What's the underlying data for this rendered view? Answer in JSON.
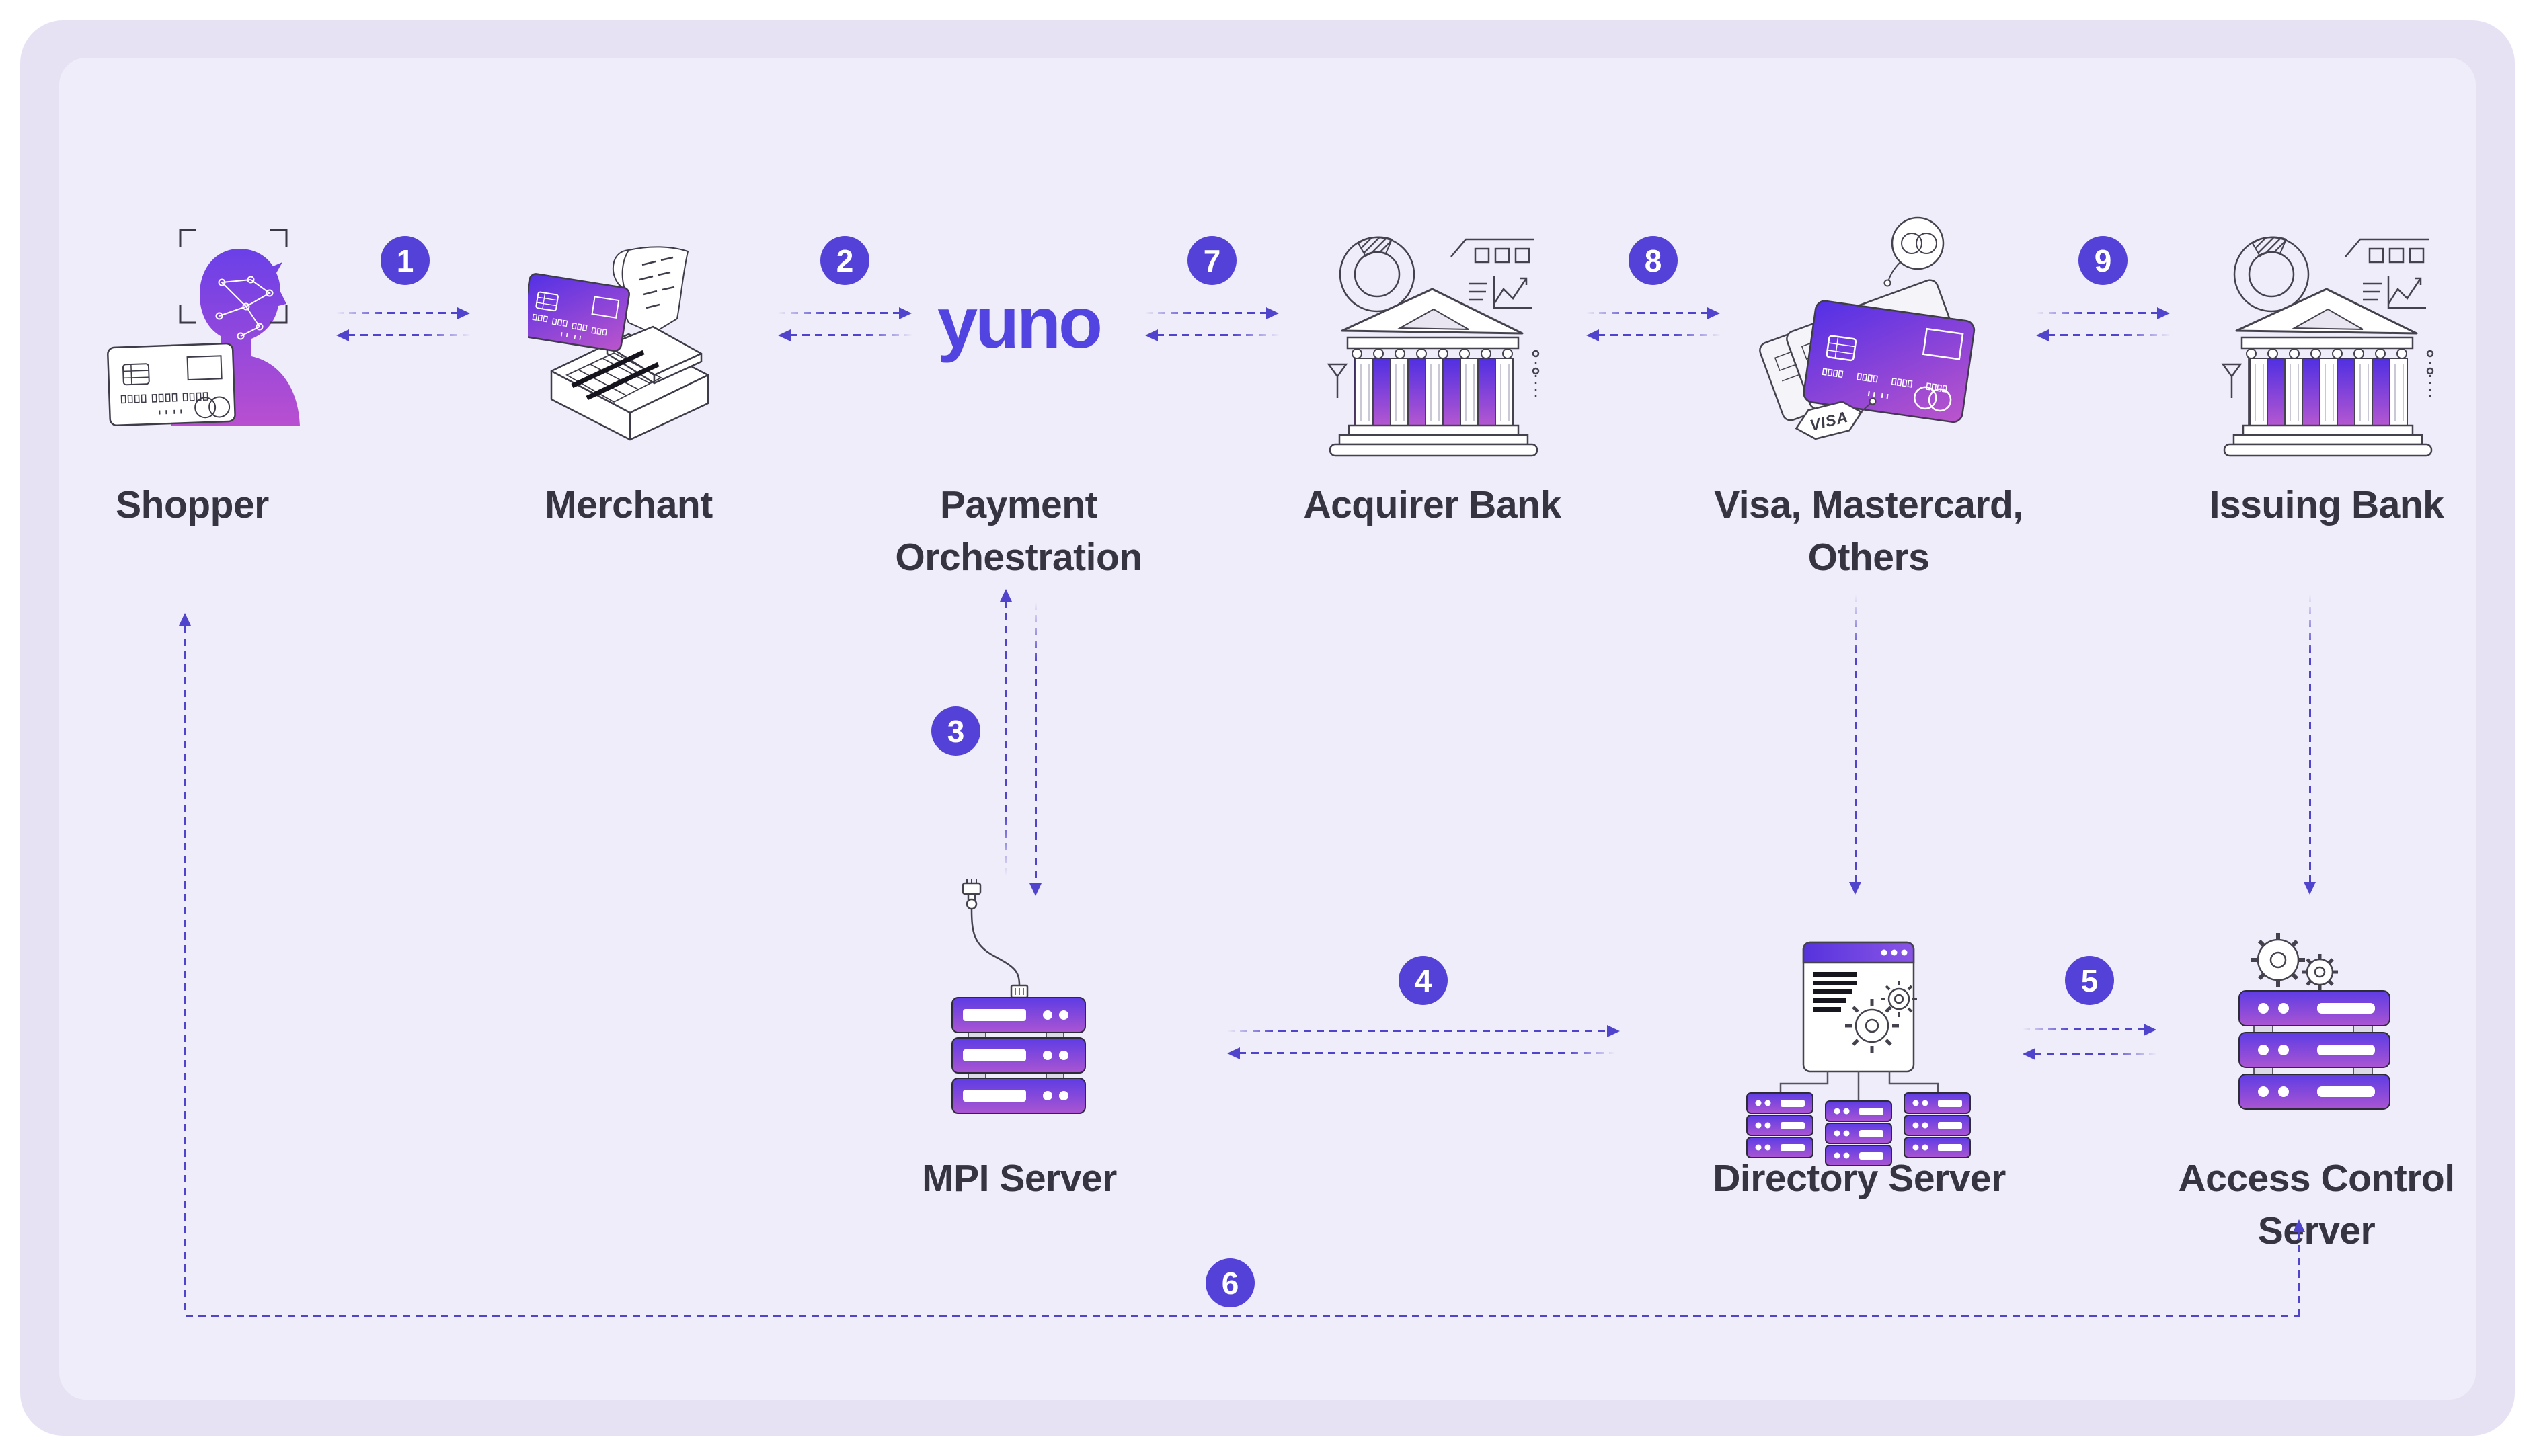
{
  "page": {
    "background": "#ffffff",
    "outer_panel_color": "#e6e2f4",
    "inner_panel_color": "#efedf9"
  },
  "colors": {
    "accent_arrow": "#5044cd",
    "badge": "#5341d8",
    "label_text": "#363440",
    "logo": "#5244e0",
    "illustration_gradient_top": "#5d3ce4",
    "illustration_gradient_bottom": "#b551cf"
  },
  "entities": {
    "shopper": {
      "label": "Shopper",
      "icon": "face-scan-with-card"
    },
    "merchant": {
      "label": "Merchant",
      "icon": "pos-terminal-with-card"
    },
    "payment_orchestration": {
      "logo_text": "yuno",
      "lines": [
        "Payment",
        "Orchestration"
      ]
    },
    "acquirer_bank": {
      "label": "Acquirer Bank",
      "icon": "bank-building"
    },
    "card_networks": {
      "lines": [
        "Visa, Mastercard,",
        "Others"
      ],
      "icon": "card-stack",
      "visa_tag": "VISA"
    },
    "issuing_bank": {
      "label": "Issuing Bank",
      "icon": "bank-building"
    },
    "mpi_server": {
      "label": "MPI Server",
      "icon": "server-rack-with-plug"
    },
    "directory_server": {
      "label": "Directory Server",
      "icon": "browser-window-with-server-clusters"
    },
    "access_control_server": {
      "lines": [
        "Access Control",
        "Server"
      ],
      "icon": "server-rack-with-gears"
    }
  },
  "steps": [
    {
      "n": "1"
    },
    {
      "n": "2"
    },
    {
      "n": "3"
    },
    {
      "n": "4"
    },
    {
      "n": "5"
    },
    {
      "n": "6"
    },
    {
      "n": "7"
    },
    {
      "n": "8"
    },
    {
      "n": "9"
    }
  ]
}
